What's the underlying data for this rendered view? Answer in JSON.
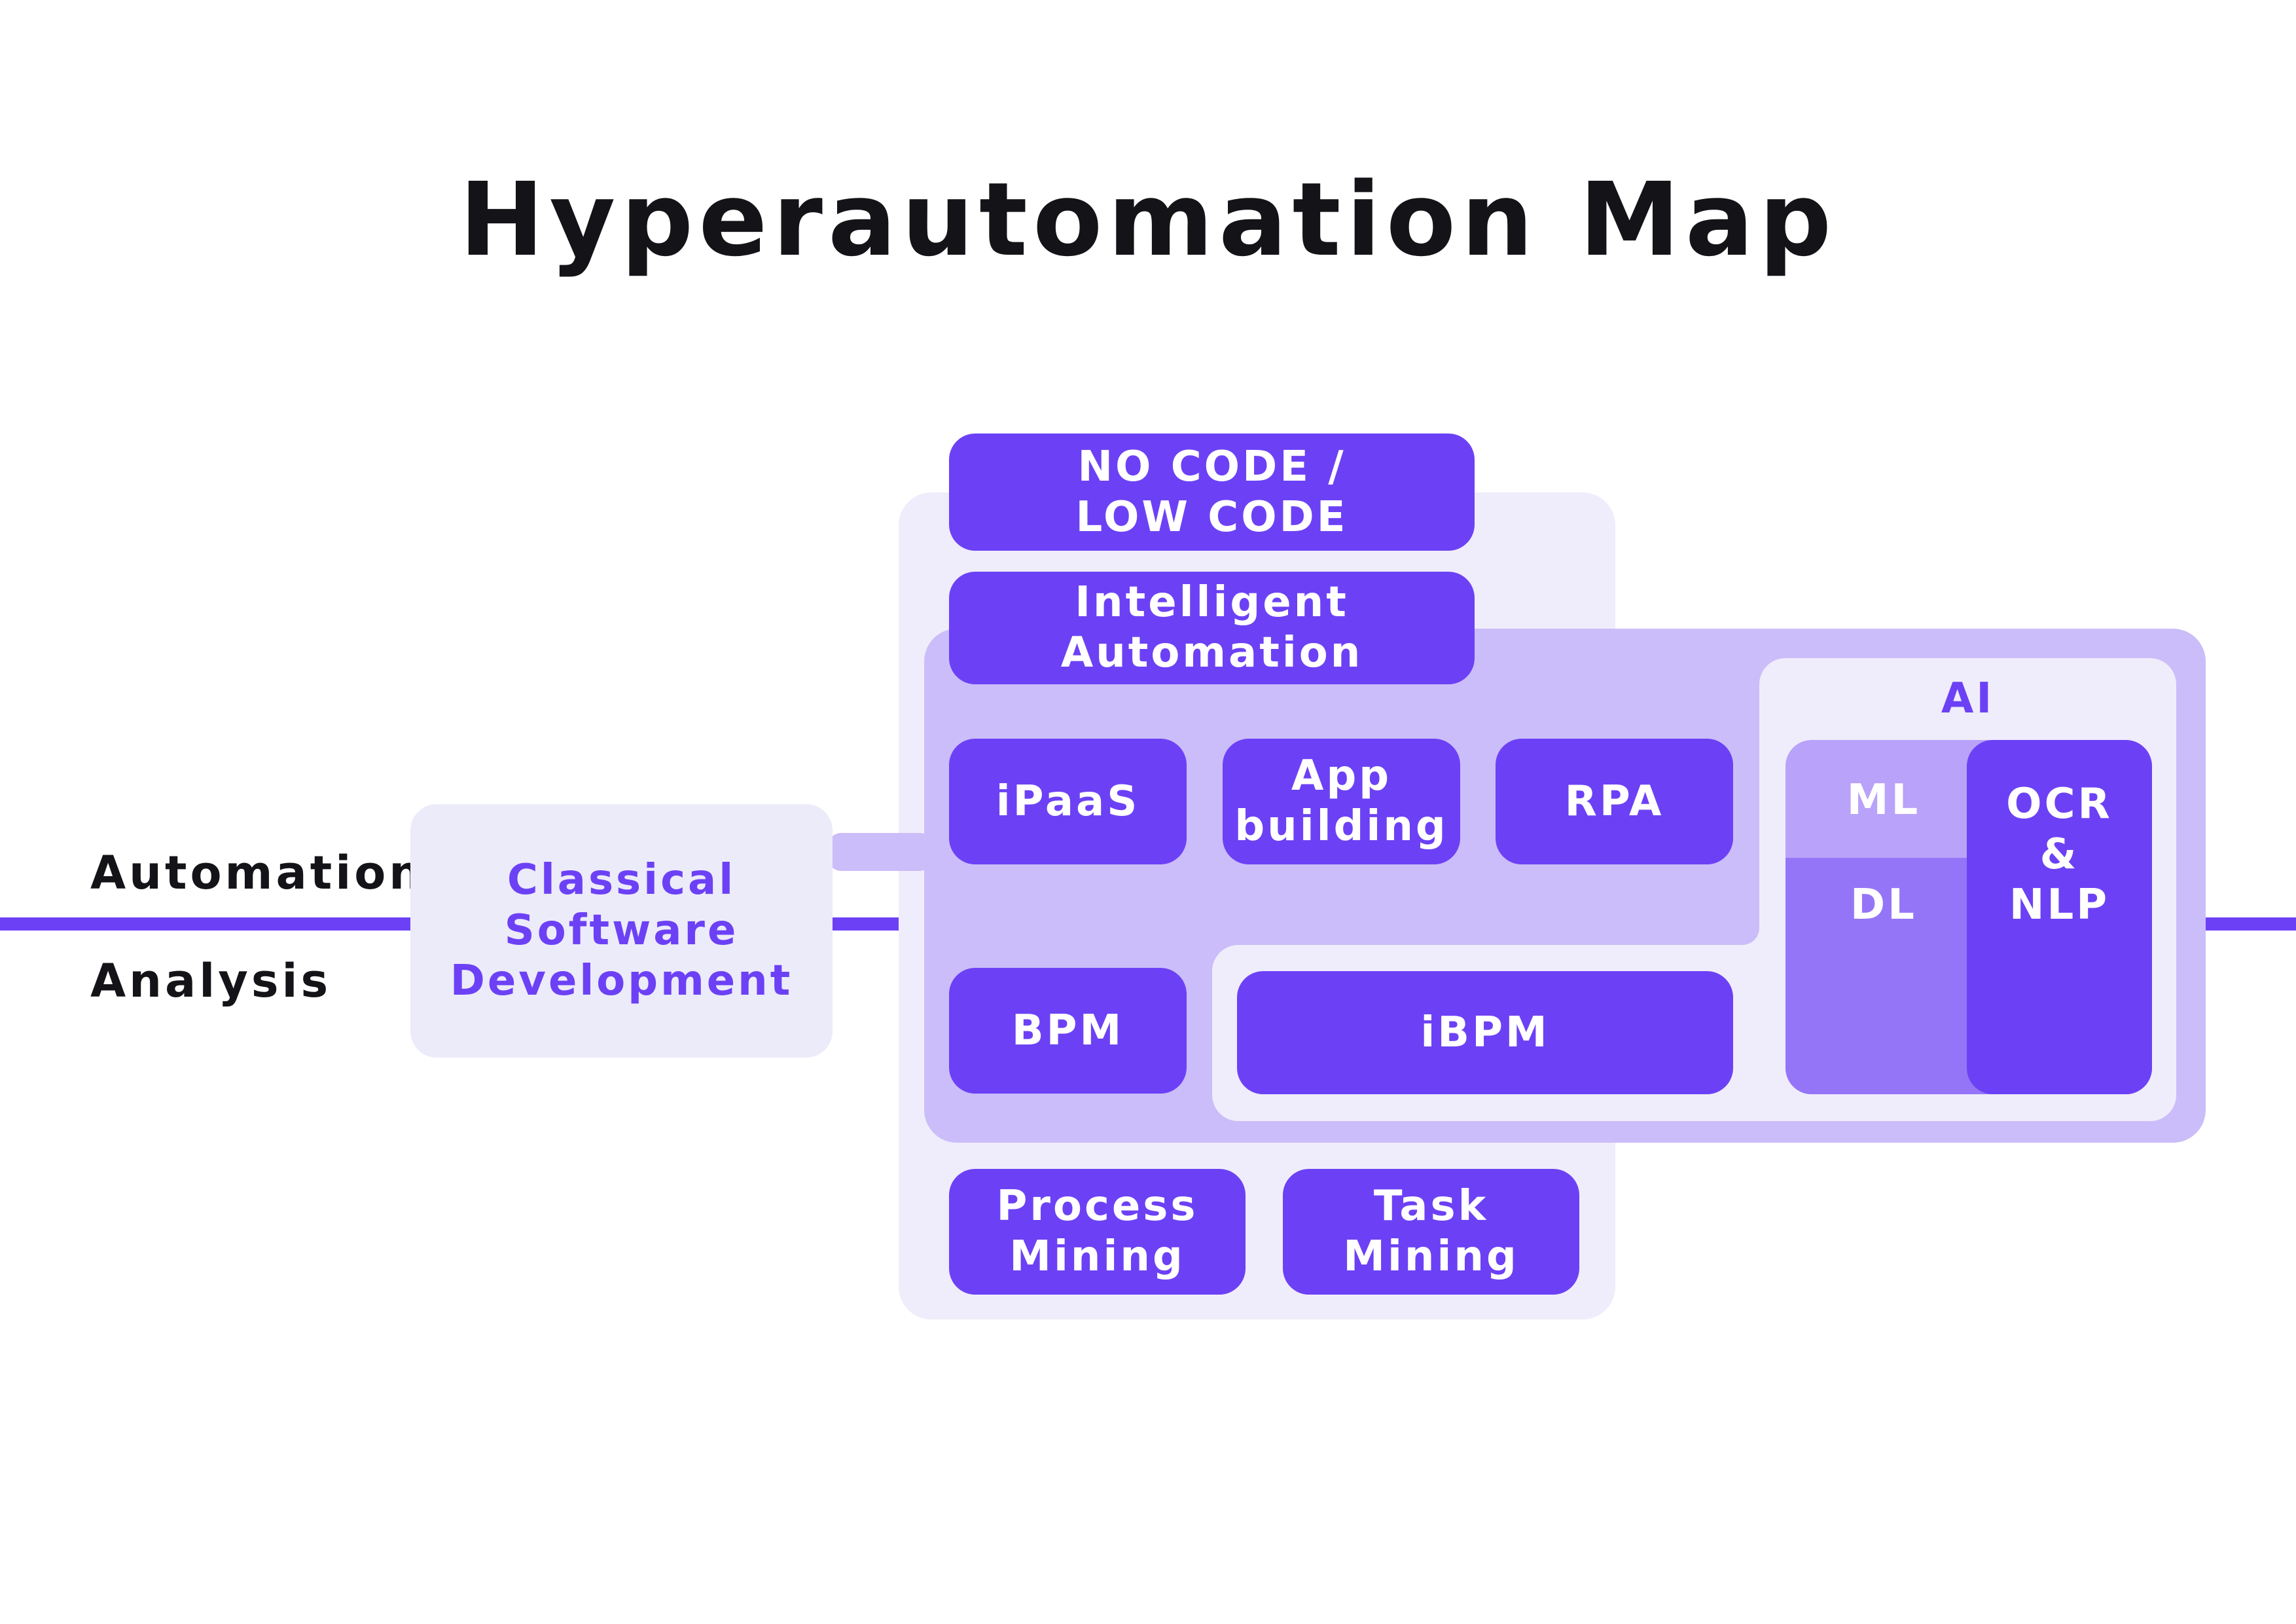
{
  "title": "Hyperautomation Map",
  "axis": {
    "top_label": "Automation",
    "bottom_label": "Analysis"
  },
  "boxes": {
    "classical_software_development": [
      "Classical",
      "Software",
      "Development"
    ],
    "no_code_low_code": [
      "NO CODE /",
      "LOW CODE"
    ],
    "intelligent_automation": [
      "Intelligent",
      "Automation"
    ],
    "ipaas": "iPaaS",
    "app_building": [
      "App",
      "building"
    ],
    "rpa": "RPA",
    "bpm": "BPM",
    "ibpm": "iBPM",
    "process_mining": [
      "Process",
      "Mining"
    ],
    "task_mining": [
      "Task",
      "Mining"
    ]
  },
  "ai": {
    "label": "AI",
    "ml": "ML",
    "dl": "DL",
    "ocr_nlp": [
      "OCR",
      "&",
      "NLP"
    ]
  },
  "colors": {
    "accent": "#6c41f5",
    "panel_light": "#efedfb",
    "panel_mid": "#cbbdf9",
    "ml_box": "#b9a2f9",
    "dl_box": "#9575f7",
    "text_dark": "#141418"
  }
}
